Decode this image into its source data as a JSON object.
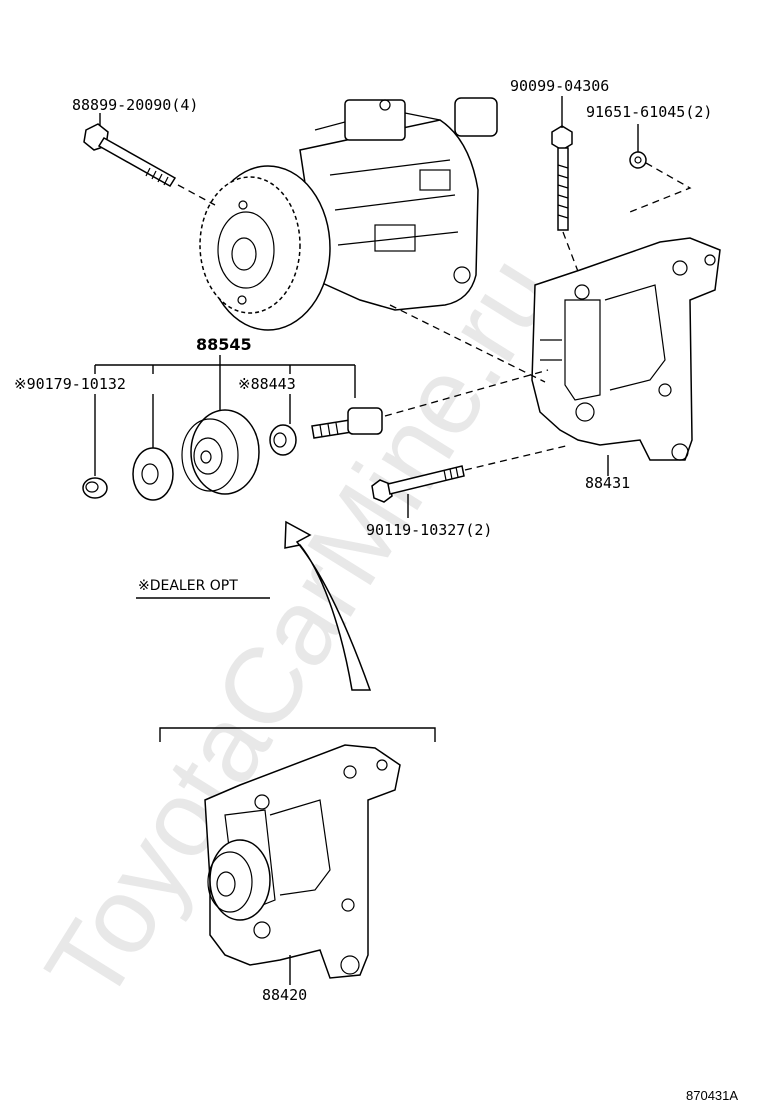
{
  "watermark": "ToyotaCarMine.ru",
  "figure_code": "870431A",
  "parts": {
    "compressor_bolt": "88899-20090(4)",
    "stud_bolt": "90099-04306",
    "nut": "91651-61045(2)",
    "pulley_assy": "88545",
    "pulley_nut": "※90179-10132",
    "pulley_spacer": "※88443",
    "bracket": "88431",
    "bracket_bolt": "90119-10327(2)",
    "bracket_assy": "88420"
  },
  "dealer_option_note": "※DEALER OPT"
}
